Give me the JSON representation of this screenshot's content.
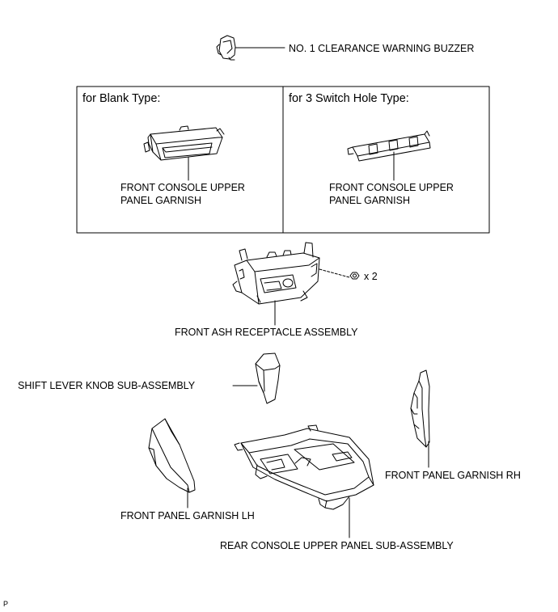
{
  "labels": {
    "buzzer": "NO. 1 CLEARANCE WARNING BUZZER",
    "blank_header": "for Blank Type:",
    "switch_header": "for 3 Switch Hole Type:",
    "garnish_blank": "FRONT CONSOLE UPPER\nPANEL GARNISH",
    "garnish_switch": "FRONT CONSOLE UPPER\nPANEL GARNISH",
    "ash_receptacle": "FRONT ASH RECEPTACLE ASSEMBLY",
    "screw_qty": "x 2",
    "shift_knob": "SHIFT LEVER KNOB SUB-ASSEMBLY",
    "garnish_rh": "FRONT PANEL GARNISH RH",
    "garnish_lh": "FRONT PANEL GARNISH LH",
    "rear_console": "REAR CONSOLE UPPER PANEL SUB-ASSEMBLY",
    "corner_mark": "P"
  },
  "colors": {
    "line": "#000000",
    "background": "#ffffff"
  }
}
